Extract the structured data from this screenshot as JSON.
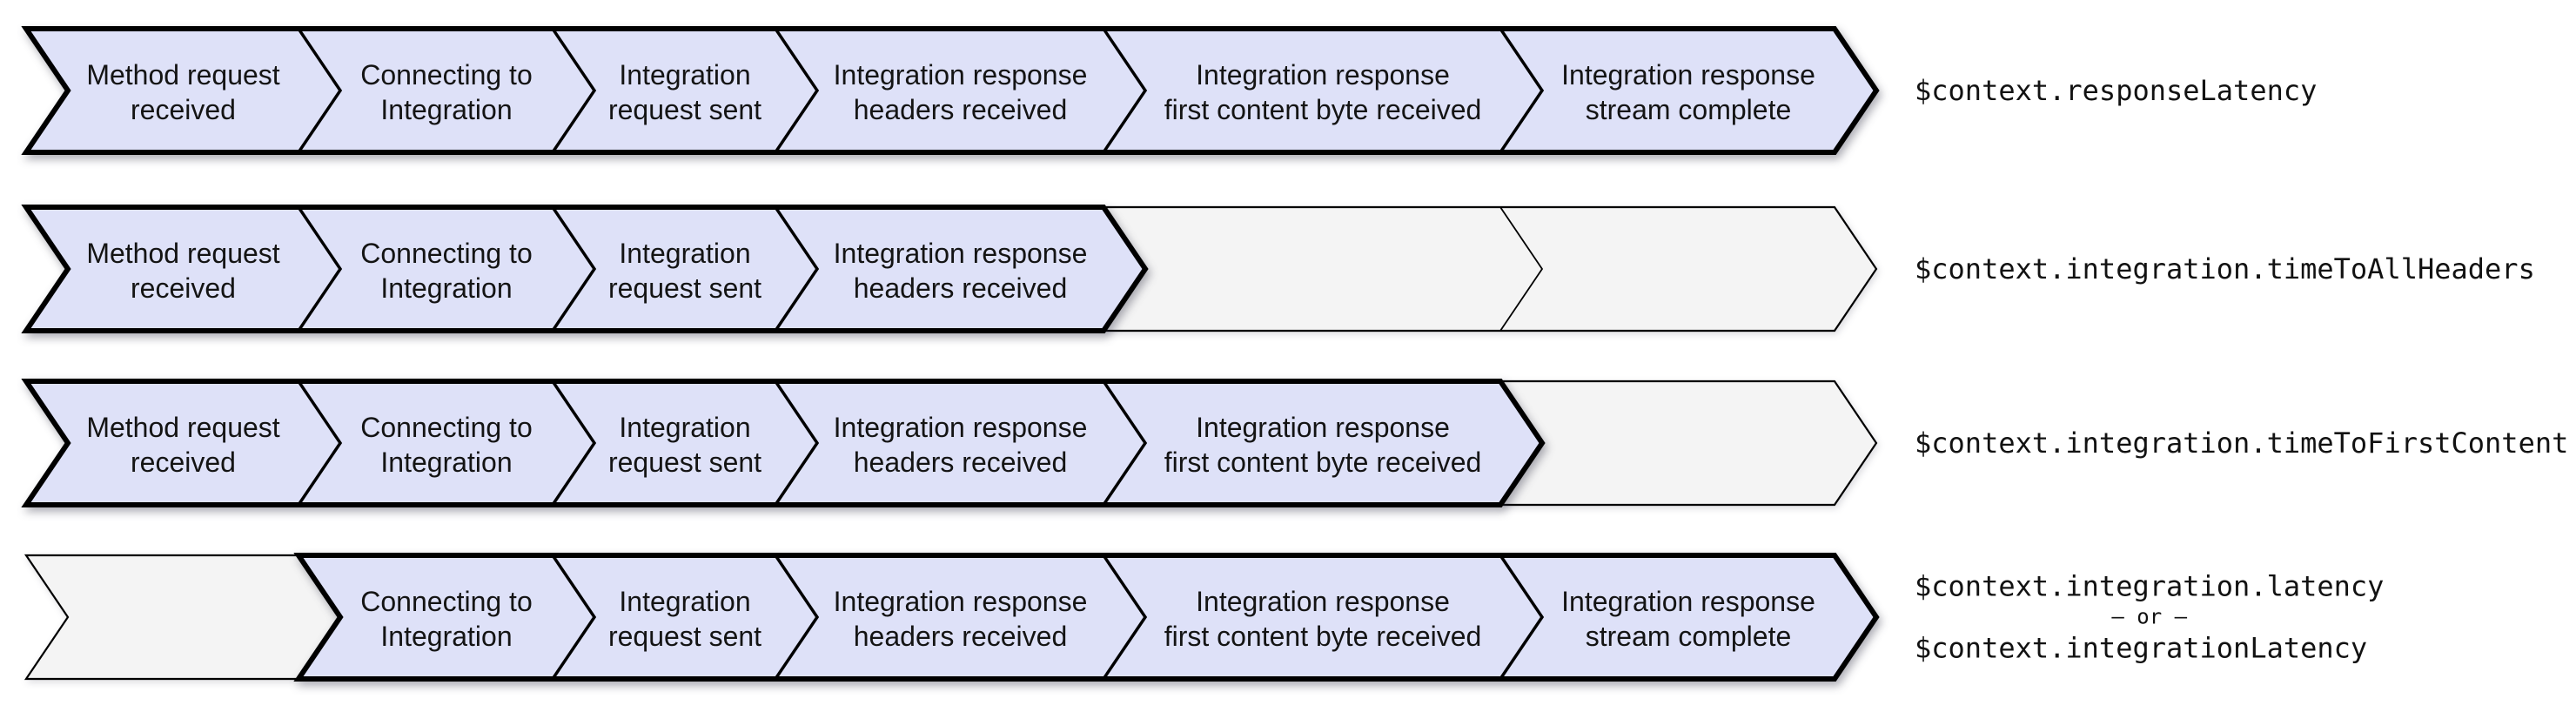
{
  "colors": {
    "stage_fill": "#dee1f8",
    "empty_fill": "#f4f4f4",
    "border": "#000000",
    "stage_text": "#141414",
    "label_text": "#121212",
    "background": "#ffffff"
  },
  "stages": [
    {
      "lines": [
        "Method request",
        "received"
      ]
    },
    {
      "lines": [
        "Connecting to",
        "Integration"
      ]
    },
    {
      "lines": [
        "Integration",
        "request sent"
      ]
    },
    {
      "lines": [
        "Integration response",
        "headers received"
      ]
    },
    {
      "lines": [
        "Integration response",
        "first content byte received"
      ]
    },
    {
      "lines": [
        "Integration response",
        "stream complete"
      ]
    }
  ],
  "rows": [
    {
      "id": "response-latency",
      "filled_start": 0,
      "filled_end": 5,
      "label_lines": [
        "$context.responseLatency"
      ]
    },
    {
      "id": "time-to-all-headers",
      "filled_start": 0,
      "filled_end": 3,
      "label_lines": [
        "$context.integration.timeToAllHeaders"
      ]
    },
    {
      "id": "time-to-first-content",
      "filled_start": 0,
      "filled_end": 4,
      "label_lines": [
        "$context.integration.timeToFirstContent"
      ]
    },
    {
      "id": "integration-latency",
      "filled_start": 1,
      "filled_end": 5,
      "label_lines": [
        "$context.integration.latency",
        "– or –",
        "$context.integrationLatency"
      ]
    }
  ]
}
